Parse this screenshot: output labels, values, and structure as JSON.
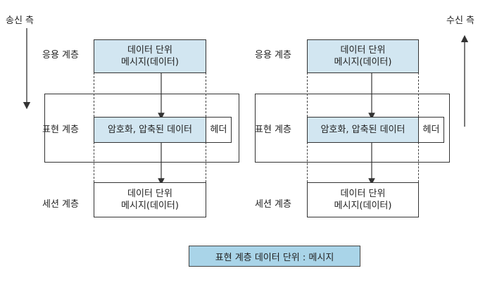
{
  "sender": {
    "side_label": "송신 측",
    "application_layer": "응용 계층",
    "presentation_layer": "표현 계층",
    "session_layer": "세션 계층",
    "app_box_line1": "데이터 단위",
    "app_box_line2": "메시지(데이터)",
    "encoded_data": "암호화, 압축된 데이터",
    "header": "헤더",
    "session_box_line1": "데이터 단위",
    "session_box_line2": "메시지(데이터)"
  },
  "receiver": {
    "side_label": "수신 측",
    "application_layer": "응용 계층",
    "presentation_layer": "표현 계층",
    "session_layer": "세션 계층",
    "app_box_line1": "데이터 단위",
    "app_box_line2": "메시지(데이터)",
    "encoded_data": "암호화, 압축된 데이터",
    "header": "헤더",
    "session_box_line1": "데이터 단위",
    "session_box_line2": "메시지(데이터)"
  },
  "caption": "표현 계층 데이터 단위 : 메시지",
  "colors": {
    "data_box_fill": "#d2e6f1",
    "caption_fill": "#a9d4e8",
    "line": "#333333"
  }
}
